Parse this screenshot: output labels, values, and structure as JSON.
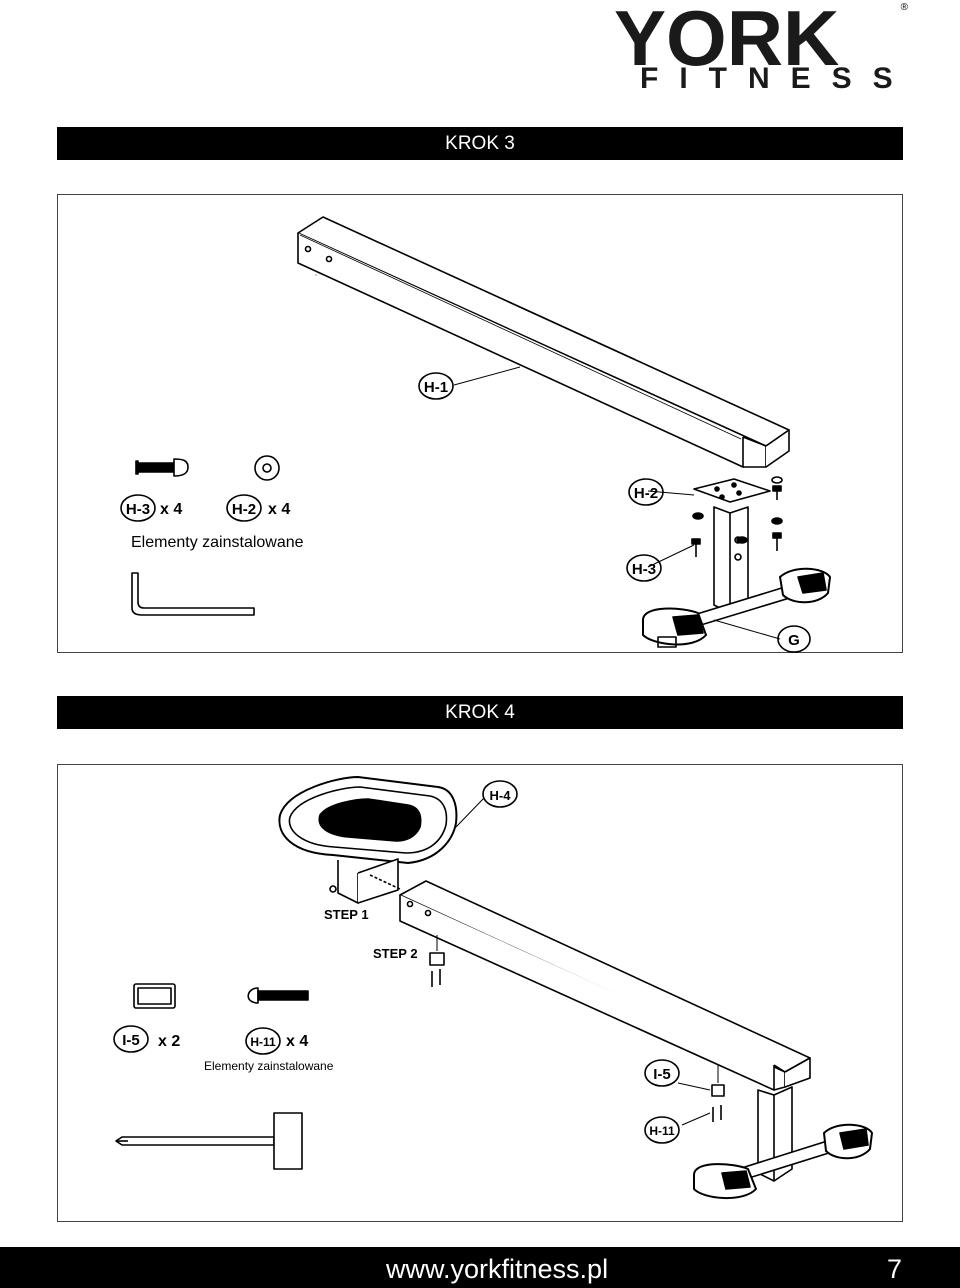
{
  "brand": {
    "name": "YORK",
    "sub": "FITNESS",
    "reg": "®"
  },
  "step3": {
    "title": "KROK 3",
    "parts": [
      {
        "id": "H-3",
        "qty": "x 4"
      },
      {
        "id": "H-2",
        "qty": "x 4"
      }
    ],
    "note": "Elementy zainstalowane",
    "callouts": [
      "H-1",
      "H-2",
      "H-3",
      "G"
    ]
  },
  "step4": {
    "title": "KROK 4",
    "parts": [
      {
        "id": "I-5",
        "qty": "x 2"
      },
      {
        "id": "H-11",
        "qty": "x 4"
      }
    ],
    "note": "Elementy zainstalowane",
    "callouts": [
      "H-4",
      "I-5",
      "H-11"
    ],
    "step_labels": [
      "STEP 1",
      "STEP 2"
    ]
  },
  "footer": {
    "url": "www.yorkfitness.pl",
    "page": "7"
  }
}
